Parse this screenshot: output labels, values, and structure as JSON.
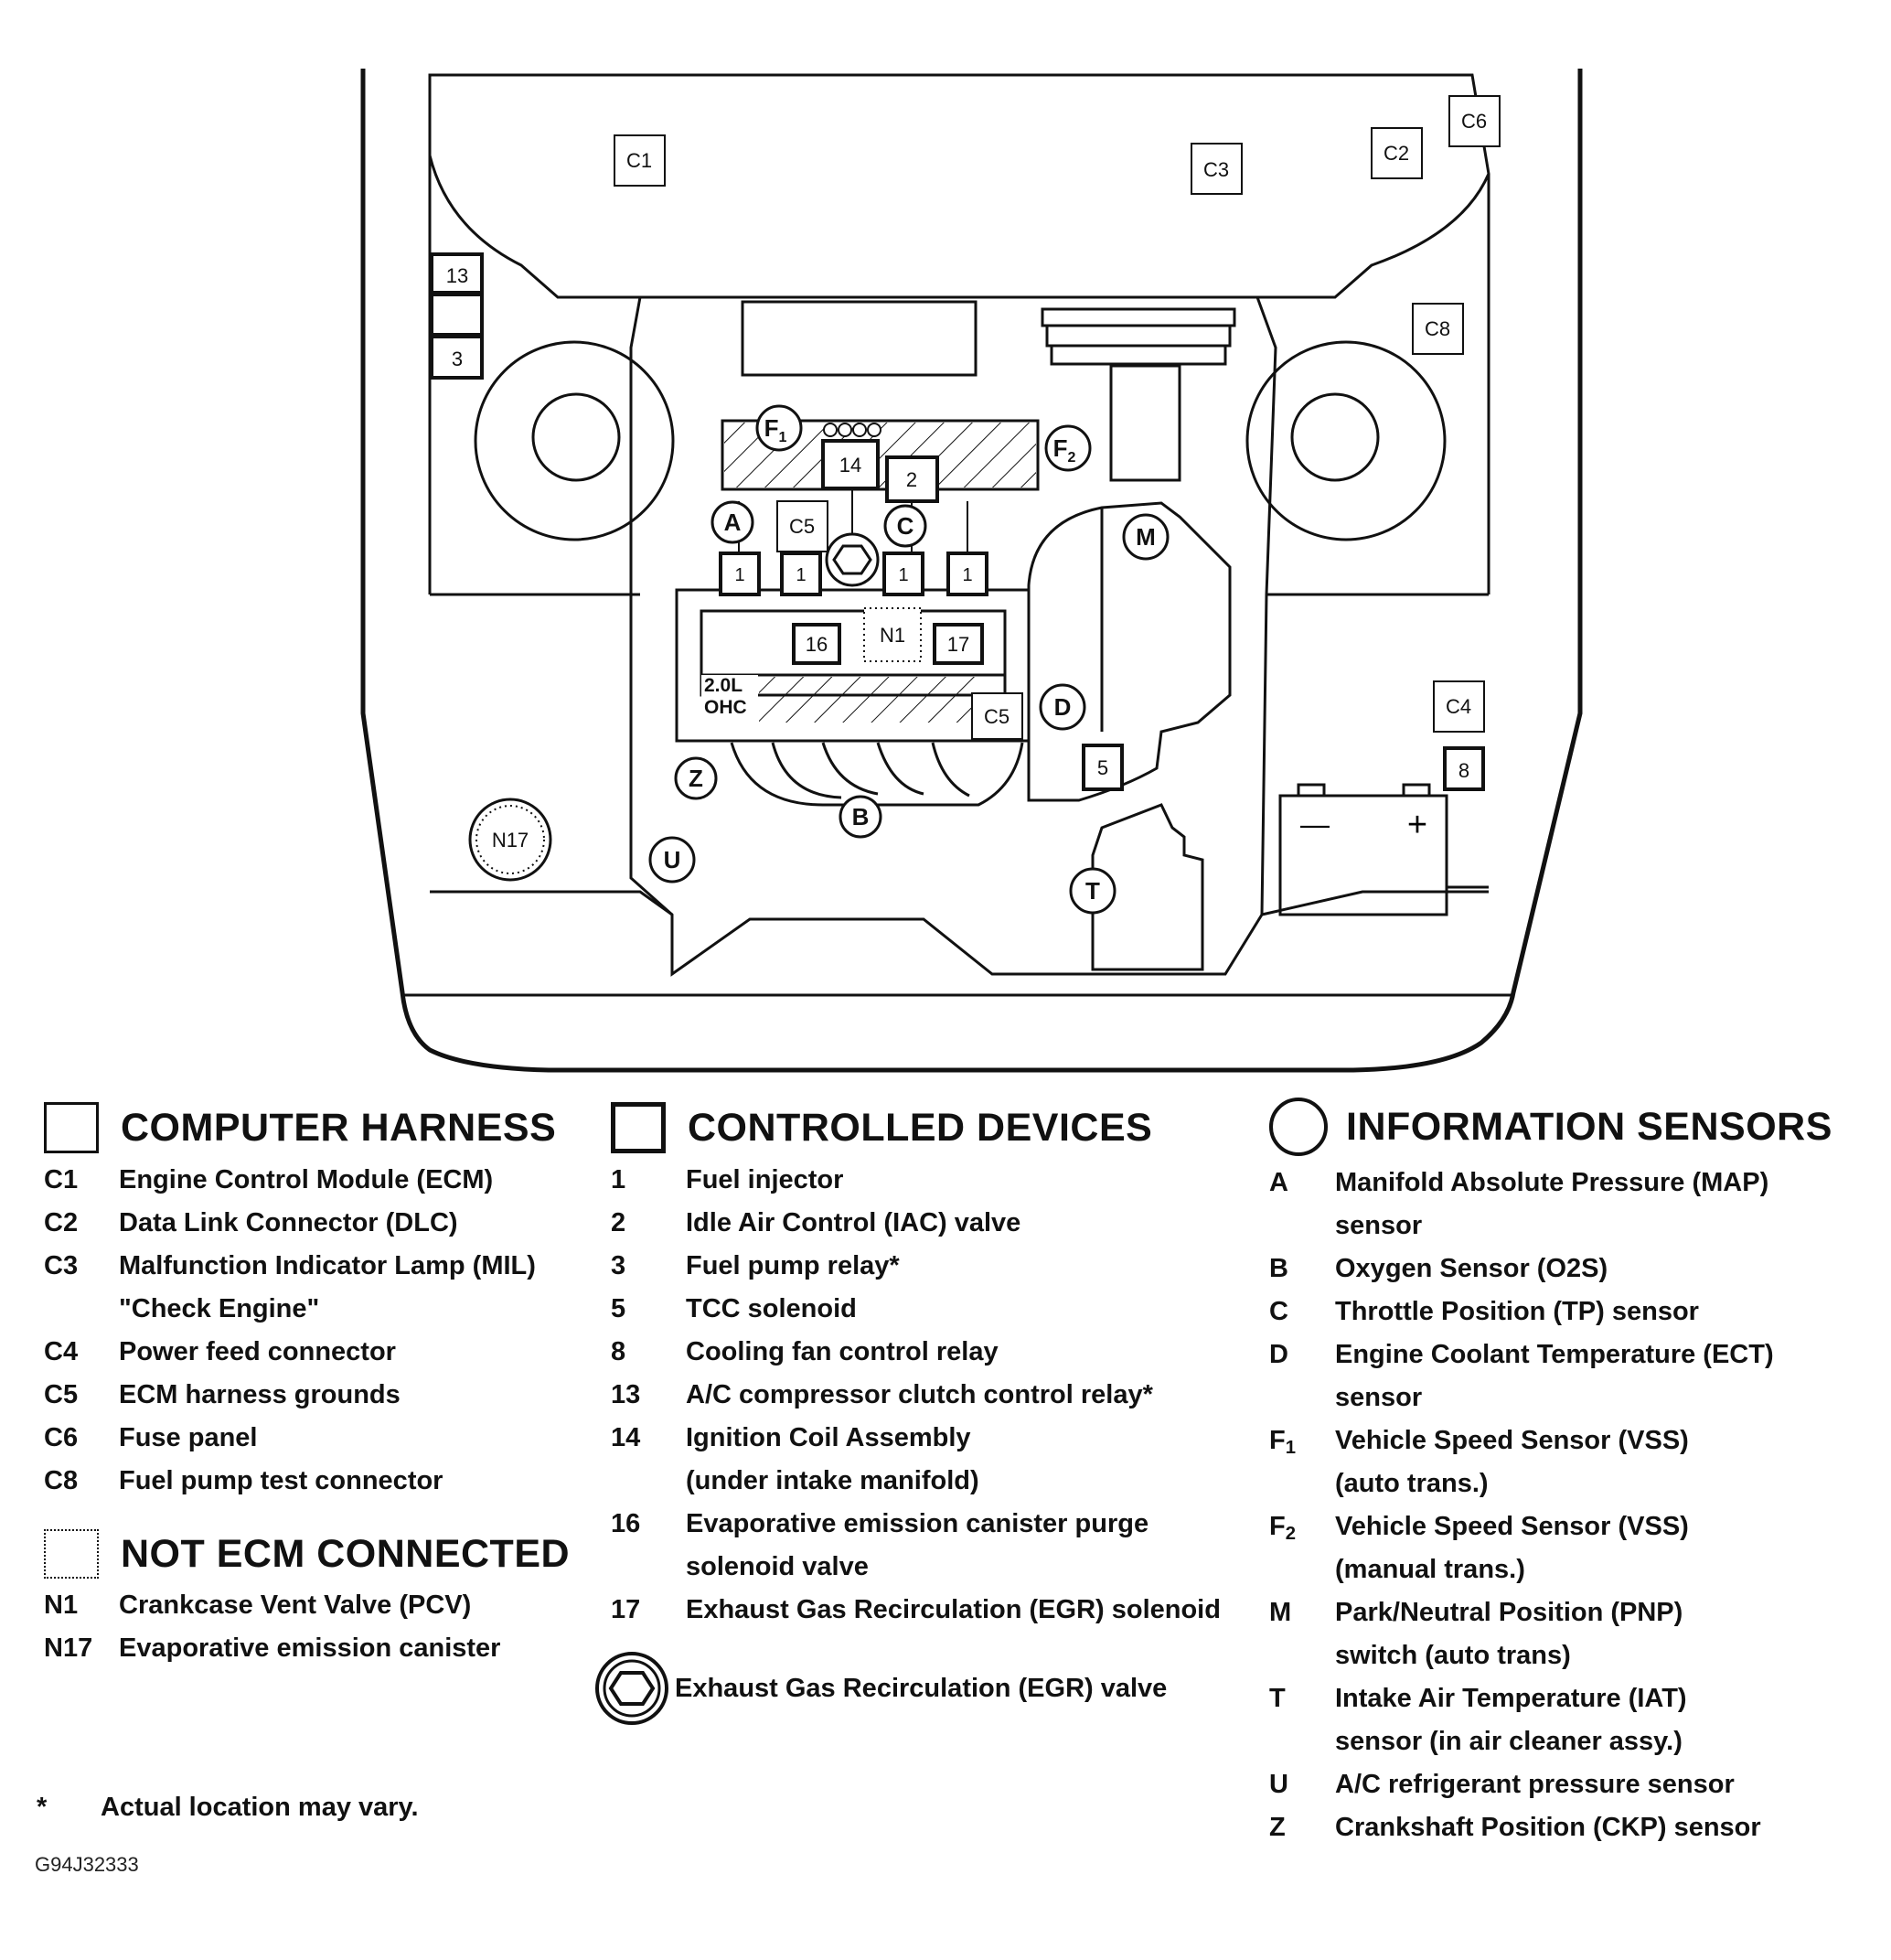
{
  "diagram": {
    "engine_label_1": "2.0L",
    "engine_label_2": "OHC",
    "markers": {
      "c1": "C1",
      "c2": "C2",
      "c3": "C3",
      "c4": "C4",
      "c5a": "C5",
      "c5b": "C5",
      "c6": "C6",
      "c8": "C8",
      "d1a": "1",
      "d1b": "1",
      "d1c": "1",
      "d1d": "1",
      "d2": "2",
      "d3": "3",
      "d5": "5",
      "d8": "8",
      "d13": "13",
      "d14": "14",
      "d16": "16",
      "d17": "17",
      "n1": "N1",
      "n17": "N17",
      "sA": "A",
      "sB": "B",
      "sC": "C",
      "sD": "D",
      "sF1": "F",
      "sF1sub": "1",
      "sF2": "F",
      "sF2sub": "2",
      "sM": "M",
      "sT": "T",
      "sU": "U",
      "sZ": "Z",
      "battery_neg": "—",
      "battery_pos": "+"
    }
  },
  "legend": {
    "harness": {
      "title": "COMPUTER HARNESS",
      "items": [
        {
          "code": "C1",
          "text": "Engine Control Module (ECM)"
        },
        {
          "code": "C2",
          "text": "Data Link Connector (DLC)"
        },
        {
          "code": "C3",
          "text": "Malfunction Indicator Lamp (MIL)\n\"Check Engine\""
        },
        {
          "code": "C4",
          "text": "Power feed connector"
        },
        {
          "code": "C5",
          "text": "ECM harness grounds"
        },
        {
          "code": "C6",
          "text": "Fuse panel"
        },
        {
          "code": "C8",
          "text": "Fuel pump test connector"
        }
      ]
    },
    "not_ecm": {
      "title": "NOT ECM CONNECTED",
      "items": [
        {
          "code": "N1",
          "text": "Crankcase Vent Valve (PCV)"
        },
        {
          "code": "N17",
          "text": "Evaporative emission canister"
        }
      ]
    },
    "devices": {
      "title": "CONTROLLED DEVICES",
      "items": [
        {
          "code": "1",
          "text": "Fuel injector"
        },
        {
          "code": "2",
          "text": "Idle Air Control (IAC) valve"
        },
        {
          "code": "3",
          "text": "Fuel pump relay*"
        },
        {
          "code": "5",
          "text": "TCC solenoid"
        },
        {
          "code": "8",
          "text": "Cooling fan control relay"
        },
        {
          "code": "13",
          "text": "A/C compressor clutch control relay*"
        },
        {
          "code": "14",
          "text": "Ignition Coil Assembly\n(under intake manifold)"
        },
        {
          "code": "16",
          "text": "Evaporative emission canister purge\nsolenoid valve"
        },
        {
          "code": "17",
          "text": "Exhaust Gas Recirculation (EGR) solenoid"
        }
      ],
      "egr_valve": "Exhaust Gas Recirculation (EGR) valve"
    },
    "sensors": {
      "title": "INFORMATION SENSORS",
      "items": [
        {
          "code": "A",
          "sub": "",
          "text": "Manifold Absolute Pressure (MAP)\nsensor"
        },
        {
          "code": "B",
          "sub": "",
          "text": "Oxygen Sensor (O2S)"
        },
        {
          "code": "C",
          "sub": "",
          "text": "Throttle Position (TP) sensor"
        },
        {
          "code": "D",
          "sub": "",
          "text": "Engine Coolant Temperature (ECT)\nsensor"
        },
        {
          "code": "F",
          "sub": "1",
          "text": "Vehicle Speed Sensor (VSS)\n(auto trans.)"
        },
        {
          "code": "F",
          "sub": "2",
          "text": "Vehicle Speed Sensor (VSS)\n(manual trans.)"
        },
        {
          "code": "M",
          "sub": "",
          "text": "Park/Neutral Position (PNP)\nswitch (auto trans)"
        },
        {
          "code": "T",
          "sub": "",
          "text": "Intake Air Temperature (IAT)\nsensor (in air cleaner assy.)"
        },
        {
          "code": "U",
          "sub": "",
          "text": "A/C refrigerant pressure sensor"
        },
        {
          "code": "Z",
          "sub": "",
          "text": "Crankshaft Position (CKP) sensor"
        }
      ]
    }
  },
  "footnote": {
    "star": "*",
    "text": "Actual location may vary."
  },
  "figure_id": "G94J32333"
}
